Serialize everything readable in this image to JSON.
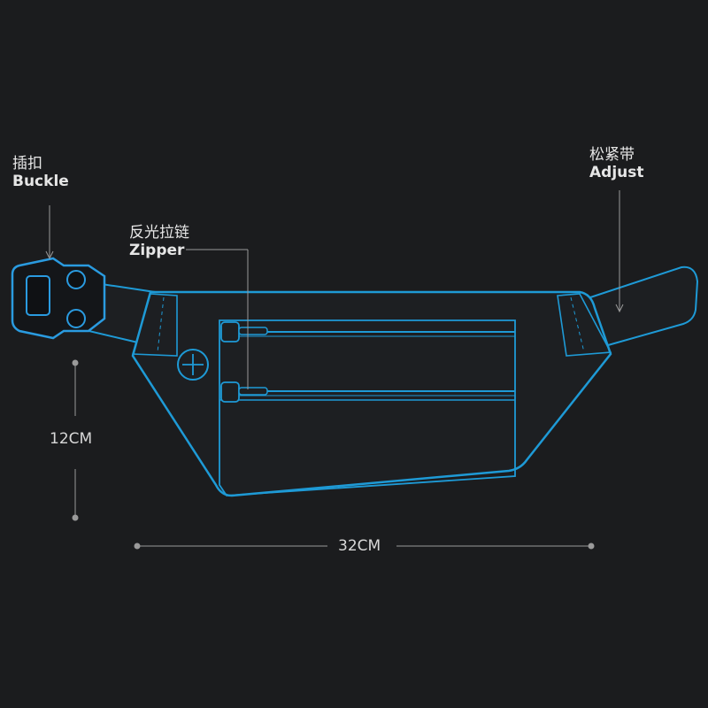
{
  "labels": {
    "buckle": {
      "cn": "插扣",
      "en": "Buckle"
    },
    "zipper": {
      "cn": "反光拉链",
      "en": "Zipper"
    },
    "adjust": {
      "cn": "松紧带",
      "en": "Adjust"
    }
  },
  "dimensions": {
    "height": "12CM",
    "width": "32CM"
  },
  "colors": {
    "background": "#1b1c1e",
    "outline": "#1e9ad6",
    "buckle": "#2a9be0",
    "leader": "#9a9a9a",
    "text": "#e6e6e6"
  }
}
